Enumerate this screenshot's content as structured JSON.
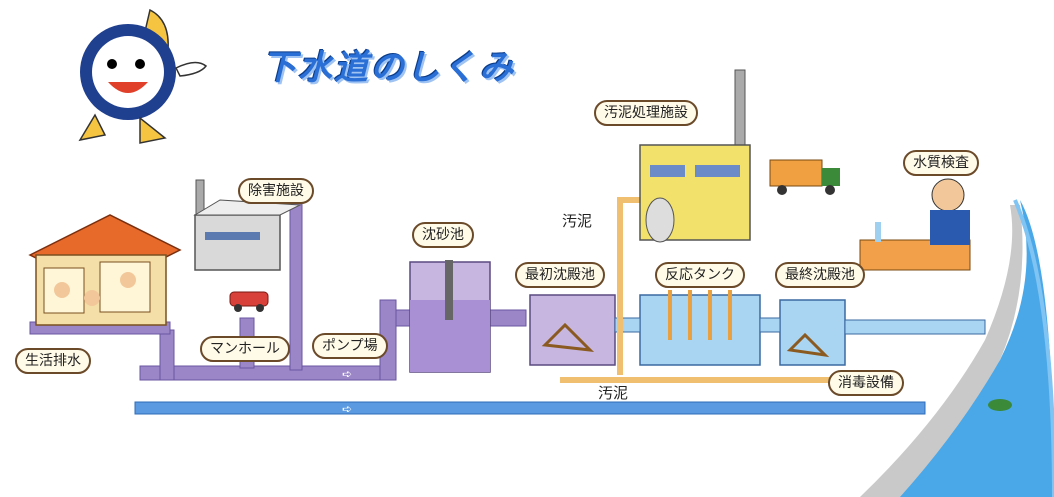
{
  "title": "下水道のしくみ",
  "labels": {
    "seikatsu_haisui": "生活排水",
    "jogai_shisetsu": "除害施設",
    "manhole": "マンホール",
    "pump_jo": "ポンプ場",
    "chinsachi": "沈砂池",
    "saisho_chindenchi": "最初沈殿池",
    "hanno_tank": "反応タンク",
    "saishu_chindenchi": "最終沈殿池",
    "shodoku_setsubi": "消毒設備",
    "odei_shori_shisetsu": "汚泥処理施設",
    "suishitsu_kensa": "水質検査",
    "odei_upper": "汚泥",
    "odei_lower": "汚泥"
  },
  "colors": {
    "sewer_pipe": "#9b86c8",
    "storm_pipe": "#5b9ae0",
    "clean_water": "#a9d4f2",
    "sludge_pipe": "#f0c070",
    "river": "#4aa8e8",
    "title": "#2a6fd6"
  },
  "icons": [
    "mascot-icon",
    "house-icon",
    "factory-icon",
    "car-icon",
    "sludge-plant-icon",
    "truck-icon",
    "scientist-icon",
    "fish-icon"
  ]
}
